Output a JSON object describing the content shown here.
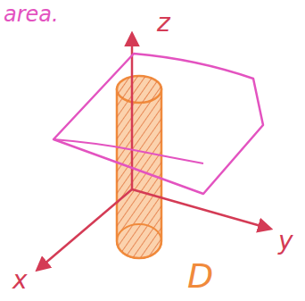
{
  "diagram": {
    "labels": [
      "area.",
      "z",
      "y",
      "x",
      "D"
    ]
  }
}
